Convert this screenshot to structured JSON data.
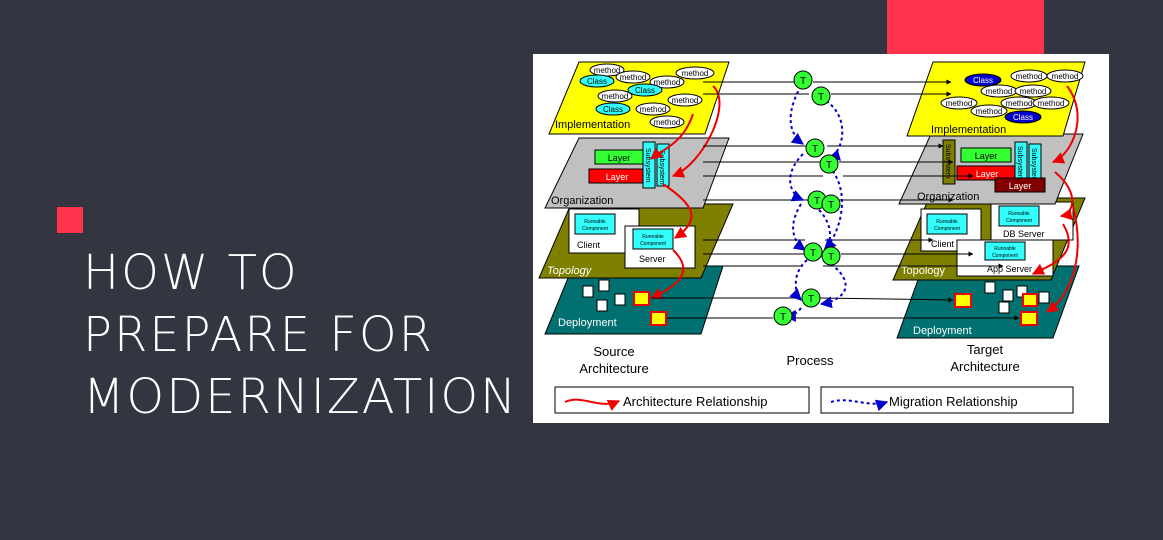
{
  "slide": {
    "title": "HOW TO\nPREPARE FOR\nMODERNIZATION",
    "colors": {
      "background": "#333640",
      "accent": "#ff334b",
      "text": "#ffffff"
    }
  },
  "diagram": {
    "source_caption_1": "Source",
    "source_caption_2": "Architecture",
    "process_caption": "Process",
    "target_caption_1": "Target",
    "target_caption_2": "Architecture",
    "layers": {
      "implementation": "Implementation",
      "organization": "Organization",
      "topology": "Topology",
      "deployment": "Deployment"
    },
    "labels": {
      "method": "method",
      "class": "Class",
      "layer": "Layer",
      "subsystem": "Subsystem",
      "runnable_1": "Runnable",
      "runnable_2": "Component",
      "client": "Client",
      "server": "Server",
      "db_server": "DB Server",
      "app_server": "App Server",
      "t": "T"
    },
    "legend": {
      "architecture": "Architecture Relationship",
      "migration": "Migration Relationship"
    },
    "colors": {
      "implementation": "#ffff00",
      "organization": "#c0c0c0",
      "topology": "#808000",
      "deployment": "#007070",
      "node": "#33ff33",
      "cyan": "#33ffff",
      "red": "#ff0000",
      "dark_red": "#800000",
      "blue": "#0000ff"
    },
    "icons": [
      "red-curved-arrow-icon",
      "blue-dotted-arrow-icon"
    ]
  }
}
